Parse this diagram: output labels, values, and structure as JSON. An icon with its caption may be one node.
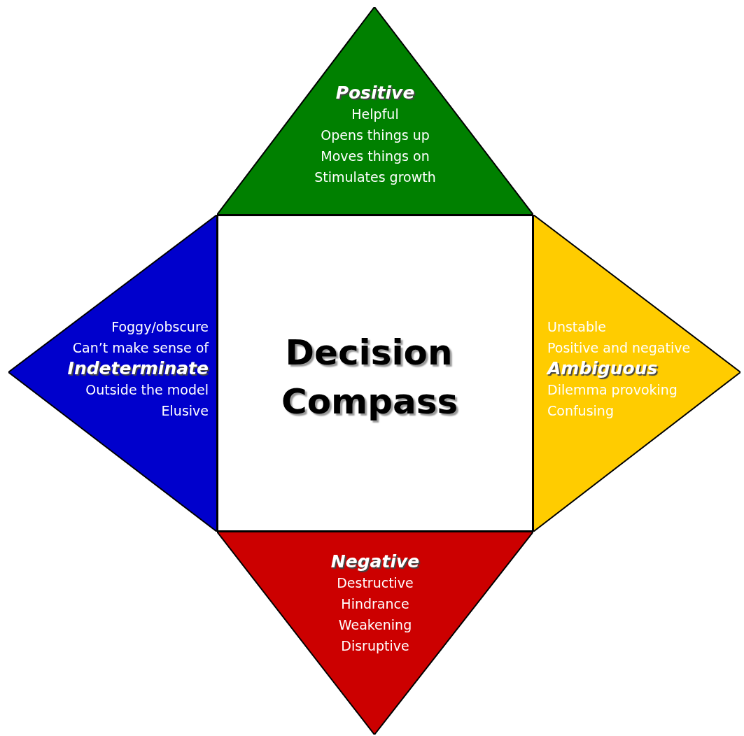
{
  "diagram": {
    "nodes": [
      {
        "text": [
          "Decision Compass"
        ]
      },
      {
        "text": [
          "Positive",
          "Helpful",
          "Opens things up",
          "Moves things on",
          "Stimulates growth"
        ]
      },
      {
        "text": [
          "Foggy/obscure",
          "Can’t make sense of",
          "Indeterminate",
          "Outside the model",
          "Elusive"
        ]
      },
      {
        "text": [
          "Unstable",
          "Positive and negative",
          "Ambiguous",
          "Dilemma provoking",
          "Confusing"
        ]
      },
      {
        "text": [
          "Negative",
          "Destructive",
          "Hindrance",
          "Weakening",
          "Disruptive"
        ]
      }
    ]
  }
}
